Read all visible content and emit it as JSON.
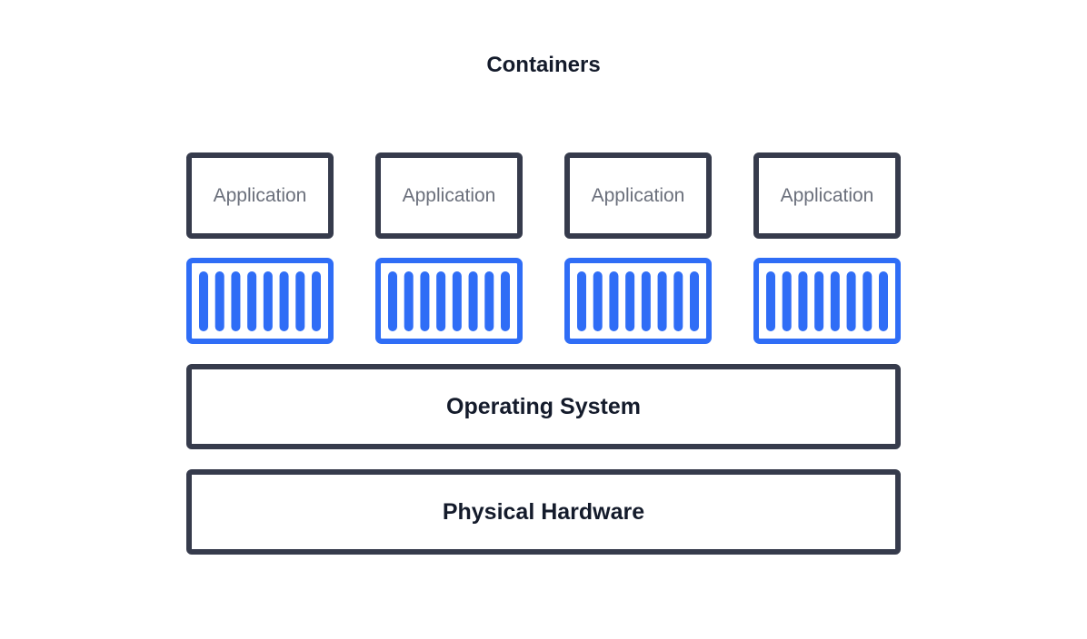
{
  "diagram": {
    "title": "Containers",
    "applications": [
      {
        "label": "Application"
      },
      {
        "label": "Application"
      },
      {
        "label": "Application"
      },
      {
        "label": "Application"
      }
    ],
    "containers": [
      {
        "icon": "container-slats-icon"
      },
      {
        "icon": "container-slats-icon"
      },
      {
        "icon": "container-slats-icon"
      },
      {
        "icon": "container-slats-icon"
      }
    ],
    "layers": {
      "operating_system": "Operating System",
      "physical_hardware": "Physical Hardware"
    },
    "colors": {
      "box_border": "#363b4c",
      "container_blue": "#2f6df6",
      "title_text": "#141b2b",
      "app_text": "#6a6f7b"
    }
  }
}
